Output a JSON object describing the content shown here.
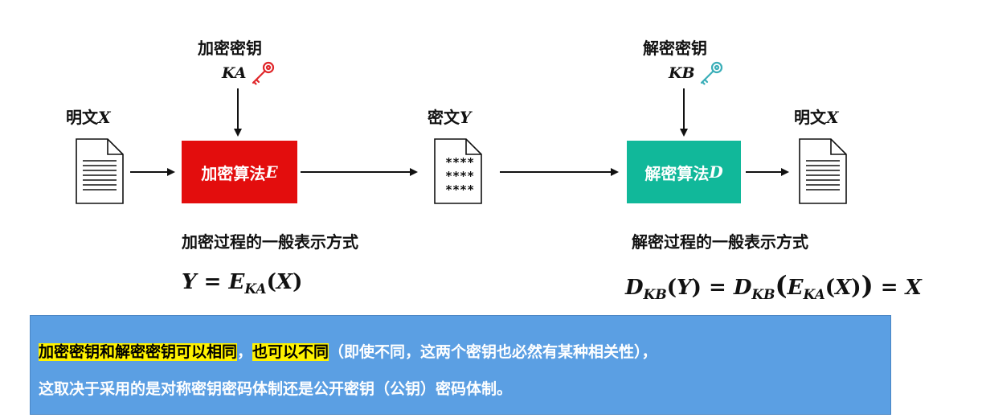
{
  "encrypt_key": {
    "label": "加密密钥",
    "var": "KA",
    "color": "#e0262a"
  },
  "decrypt_key": {
    "label": "解密密钥",
    "var": "KB",
    "color": "#3aaeb8"
  },
  "plaintext_left": {
    "label": "明文",
    "var": "X"
  },
  "ciphertext": {
    "label": "密文",
    "var": "Y",
    "content": [
      "****",
      "****",
      "****"
    ]
  },
  "plaintext_right": {
    "label": "明文",
    "var": "X"
  },
  "encrypt_box": {
    "label": "加密算法",
    "var": "E",
    "color": "#e30d0d"
  },
  "decrypt_box": {
    "label": "解密算法",
    "var": "D",
    "color": "#11b89a"
  },
  "encrypt_caption": "加密过程的一般表示方式",
  "decrypt_caption": "解密过程的一般表示方式",
  "encrypt_formula": {
    "lhs": "Y",
    "eq": "=",
    "fn": "E",
    "sub": "KA",
    "arg": "X"
  },
  "decrypt_formula": {
    "fn": "D",
    "sub": "KB",
    "arg": "Y",
    "eq": "=",
    "fn2": "D",
    "sub2": "KB",
    "inner_fn": "E",
    "inner_sub": "KA",
    "inner_arg": "X",
    "eq2": "=",
    "rhs": "X"
  },
  "note": {
    "highlight1": "加密密钥和解密密钥可以相同",
    "sep": "，",
    "highlight2": "也可以不同",
    "rest1": "（即使不同，这两个密钥也必然有某种相关性），",
    "line2": "这取决于采用的是对称密钥密码体制还是公开密钥（公钥）密码体制。",
    "bg_color": "#5b9fe3",
    "highlight_color": "#fff200"
  }
}
